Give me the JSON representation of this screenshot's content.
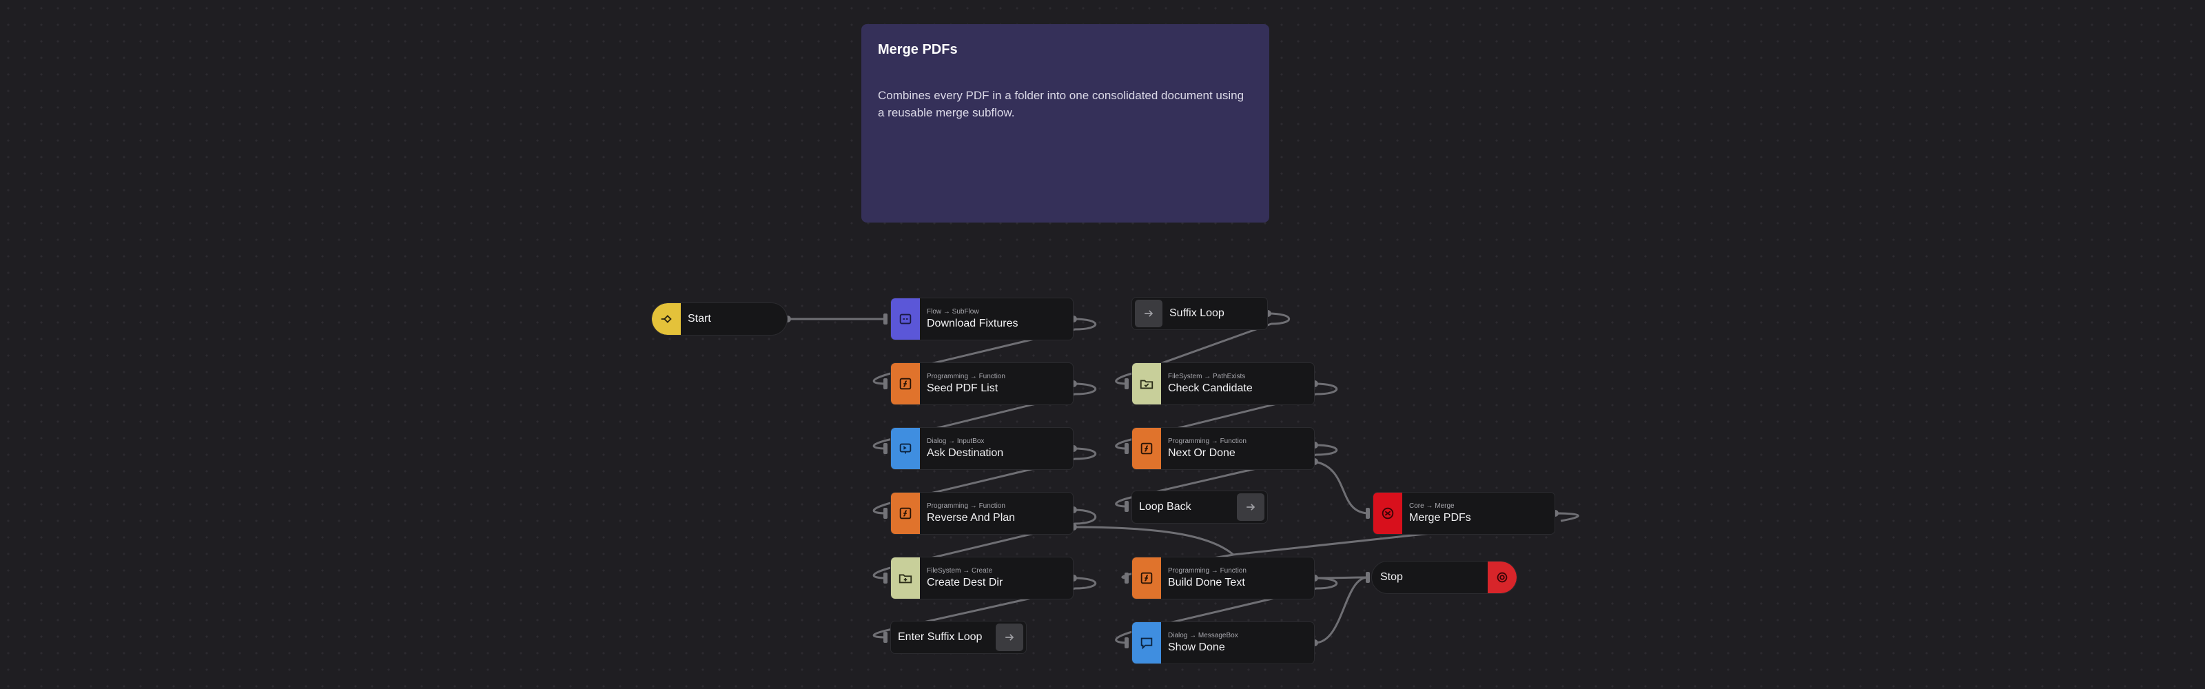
{
  "comment": {
    "title": "Merge PDFs",
    "text": "Combines every PDF in a folder into one consolidated document using a reusable merge subflow."
  },
  "nodes": {
    "start": {
      "title": "Start",
      "icon": "flow-start-icon",
      "color": "#e4c23a"
    },
    "download_fixtures": {
      "category": "Flow → SubFlow",
      "title": "Download Fixtures",
      "icon": "subflow-icon",
      "color": "#5b57d8"
    },
    "seed_pdf_list": {
      "category": "Programming → Function",
      "title": "Seed PDF List",
      "icon": "function-icon",
      "color": "#e0732c"
    },
    "ask_destination": {
      "category": "Dialog → InputBox",
      "title": "Ask Destination",
      "icon": "input-box-icon",
      "color": "#3f8ee0"
    },
    "reverse_and_plan": {
      "category": "Programming → Function",
      "title": "Reverse And Plan",
      "icon": "function-icon",
      "color": "#e0732c"
    },
    "create_dest_dir": {
      "category": "FileSystem → Create",
      "title": "Create Dest Dir",
      "icon": "folder-plus-icon",
      "color": "#c8cf9a"
    },
    "enter_suffix_loop": {
      "title": "Enter Suffix Loop",
      "icon": "arrow-right-icon"
    },
    "suffix_loop": {
      "title": "Suffix Loop",
      "icon": "arrow-right-icon"
    },
    "check_candidate": {
      "category": "FileSystem → PathExists",
      "title": "Check Candidate",
      "icon": "folder-check-icon",
      "color": "#c8cf9a"
    },
    "next_or_done": {
      "category": "Programming → Function",
      "title": "Next Or Done",
      "icon": "function-icon",
      "color": "#e0732c"
    },
    "loop_back": {
      "title": "Loop Back",
      "icon": "arrow-right-icon"
    },
    "build_done_text": {
      "category": "Programming → Function",
      "title": "Build Done Text",
      "icon": "function-icon",
      "color": "#e0732c"
    },
    "show_done": {
      "category": "Dialog → MessageBox",
      "title": "Show Done",
      "icon": "message-box-icon",
      "color": "#3f8ee0"
    },
    "merge_pdfs": {
      "category": "Core → Merge",
      "title": "Merge PDFs",
      "icon": "merge-icon",
      "color": "#d8101c"
    },
    "stop": {
      "title": "Stop",
      "icon": "stop-icon",
      "color": "#d8252a"
    }
  }
}
